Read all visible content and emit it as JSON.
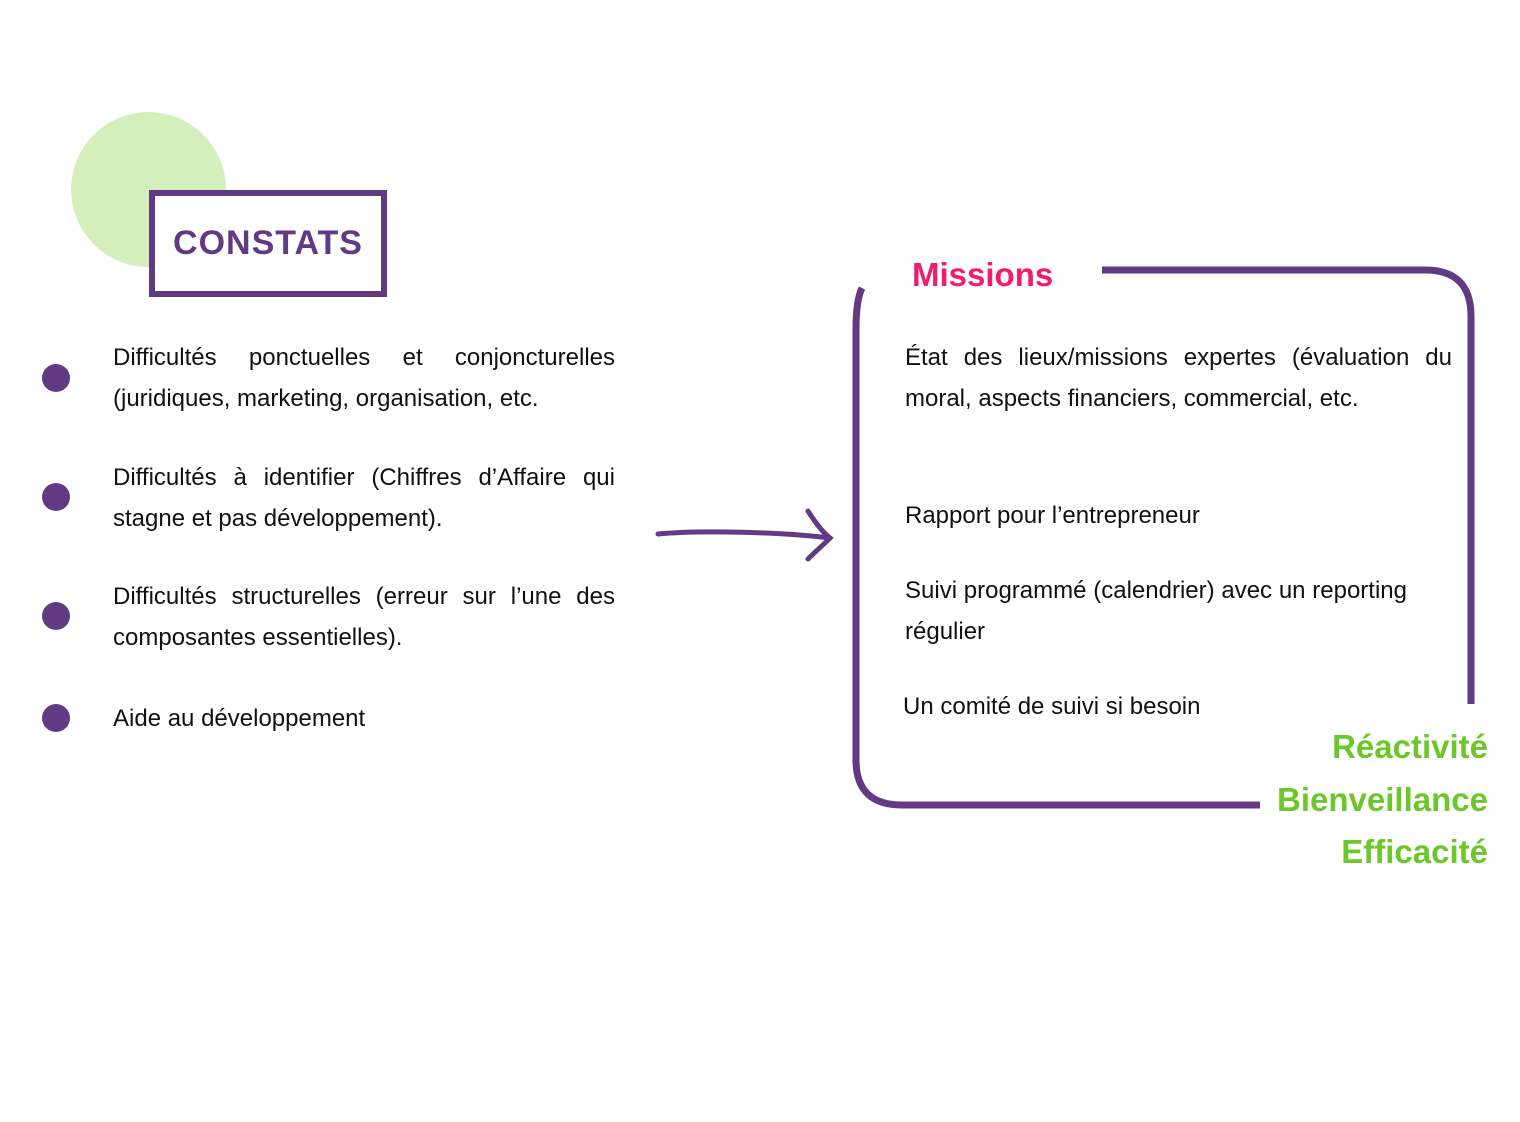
{
  "colors": {
    "purple": "#623a84",
    "green_light": "#d4efbc",
    "pink": "#f21c6e",
    "green": "#6cc72a"
  },
  "constats": {
    "title": "CONSTATS",
    "items": [
      "Difficultés ponctuelles et conjoncturelles (juridiques, marketing, organisation, etc.",
      "Difficultés à identifier (Chiffres d’Affaire qui stagne et pas développement).",
      "Difficultés structurelles (erreur sur l’une des composantes essentielles).",
      "Aide au développement"
    ]
  },
  "missions": {
    "title": "Missions",
    "items": [
      "État des lieux/missions expertes (évaluation du moral, aspects financiers, commercial, etc.",
      "Rapport pour l’entrepreneur",
      "Suivi programmé (calendrier) avec un reporting régulier",
      "Un comité de suivi si besoin"
    ]
  },
  "qualities": [
    "Réactivité",
    "Bienveillance",
    "Efficacité"
  ]
}
